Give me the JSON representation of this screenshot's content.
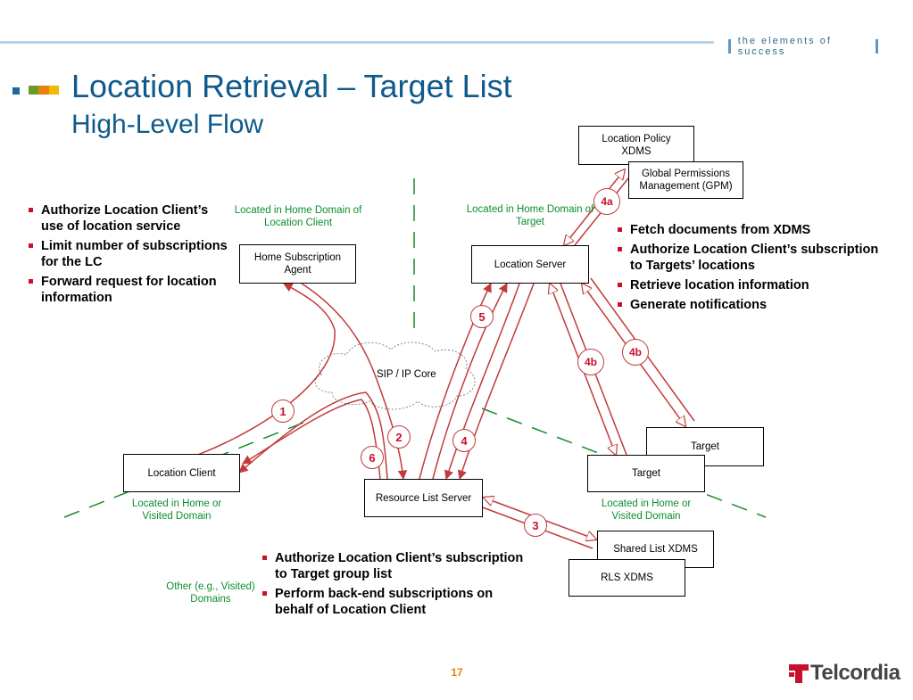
{
  "header": {
    "tagline": "the elements of success"
  },
  "slide": {
    "title": "Location Retrieval – Target List",
    "subtitle": "High-Level Flow"
  },
  "boxes": {
    "location_policy_xdms": "Location Policy XDMS",
    "gpm": "Global Permissions Management (GPM)",
    "home_subscription_agent": "Home Subscription Agent",
    "location_server": "Location Server",
    "location_client": "Location Client",
    "resource_list_server": "Resource List Server",
    "target_back": "Target",
    "target_front": "Target",
    "shared_list_xdms": "Shared List XDMS",
    "rls_xdms": "RLS XDMS"
  },
  "cloud_label": "SIP / IP Core",
  "domain_labels": {
    "home_domain_lc": "Located in Home Domain of Location Client",
    "home_domain_target": "Located in Home Domain of Target",
    "lc_home_or_visited": "Located in Home or Visited Domain",
    "target_home_or_visited": "Located in Home or Visited Domain",
    "other_domains": "Other (e.g., Visited) Domains"
  },
  "left_bullets": [
    "Authorize Location Client’s use of location service",
    "Limit number of subscriptions for the LC",
    "Forward request for location information"
  ],
  "right_bullets": [
    "Fetch documents from XDMS",
    "Authorize Location Client’s subscription to Targets’ locations",
    "Retrieve location information",
    "Generate notifications"
  ],
  "bottom_bullets": [
    "Authorize Location Client’s subscription to Target group list",
    "Perform back-end subscriptions on behalf of Location Client"
  ],
  "steps": {
    "s1": "1",
    "s2": "2",
    "s3": "3",
    "s4": "4",
    "s4a": "4a",
    "s4b_left": "4b",
    "s4b_right": "4b",
    "s5": "5",
    "s6": "6"
  },
  "footer": {
    "page_number": "17",
    "brand": "Telcordia"
  },
  "colors": {
    "title": "#0f5a8c",
    "green_label": "#0b8f2d",
    "arrow_red": "#c23b3b",
    "bullet_red": "#c8102e"
  }
}
